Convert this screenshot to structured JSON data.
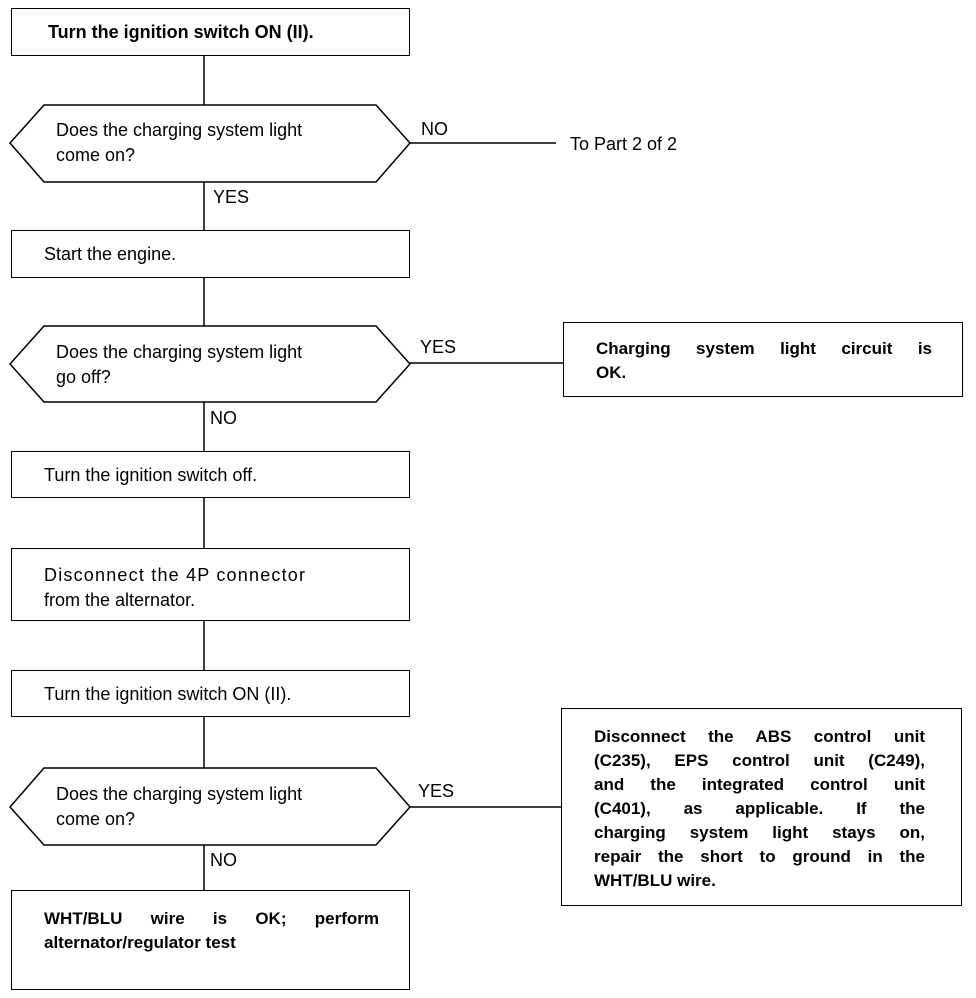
{
  "flow": {
    "step1": "Turn the ignition switch ON (II).",
    "q1_line1": "Does the charging system light",
    "q1_line2": "come on?",
    "q1_no": "NO",
    "q1_no_target": "To Part 2 of 2",
    "q1_yes": "YES",
    "step2": "Start the engine.",
    "q2_line1": "Does the charging system light",
    "q2_line2": "go off?",
    "q2_yes": "YES",
    "q2_yes_result_line1": "Charging system light circuit is",
    "q2_yes_result_line2": "OK.",
    "q2_no": "NO",
    "step3": "Turn the ignition switch off.",
    "step4_line1": "Disconnect the 4P connector",
    "step4_line2": "from the alternator.",
    "step5": "Turn the ignition switch ON (II).",
    "q3_line1": "Does the charging system light",
    "q3_line2": "come on?",
    "q3_yes": "YES",
    "q3_yes_result": [
      "Disconnect the ABS control unit",
      "(C235), EPS control unit (C249),",
      "and the integrated control unit",
      "(C401), as applicable. If the",
      "charging system light stays on,",
      "repair the short to ground in the",
      "WHT/BLU wire."
    ],
    "q3_no": "NO",
    "q3_no_result_line1": "WHT/BLU wire is OK; perform",
    "q3_no_result_line2": "alternator/regulator test"
  }
}
